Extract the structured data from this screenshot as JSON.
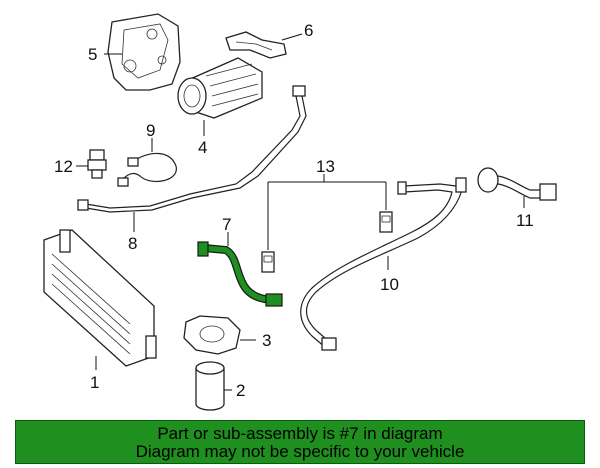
{
  "callouts": {
    "c1": "1",
    "c2": "2",
    "c3": "3",
    "c4": "4",
    "c5": "5",
    "c6": "6",
    "c7": "7",
    "c8": "8",
    "c9": "9",
    "c10": "10",
    "c11": "11",
    "c12": "12",
    "c13": "13"
  },
  "highlight": {
    "part": "7",
    "color": "#1f8f1f"
  },
  "banner": {
    "line1": "Part or sub-assembly is #7 in diagram",
    "line2": "Diagram may not be specific to your vehicle",
    "background": "#1f8f1f"
  }
}
